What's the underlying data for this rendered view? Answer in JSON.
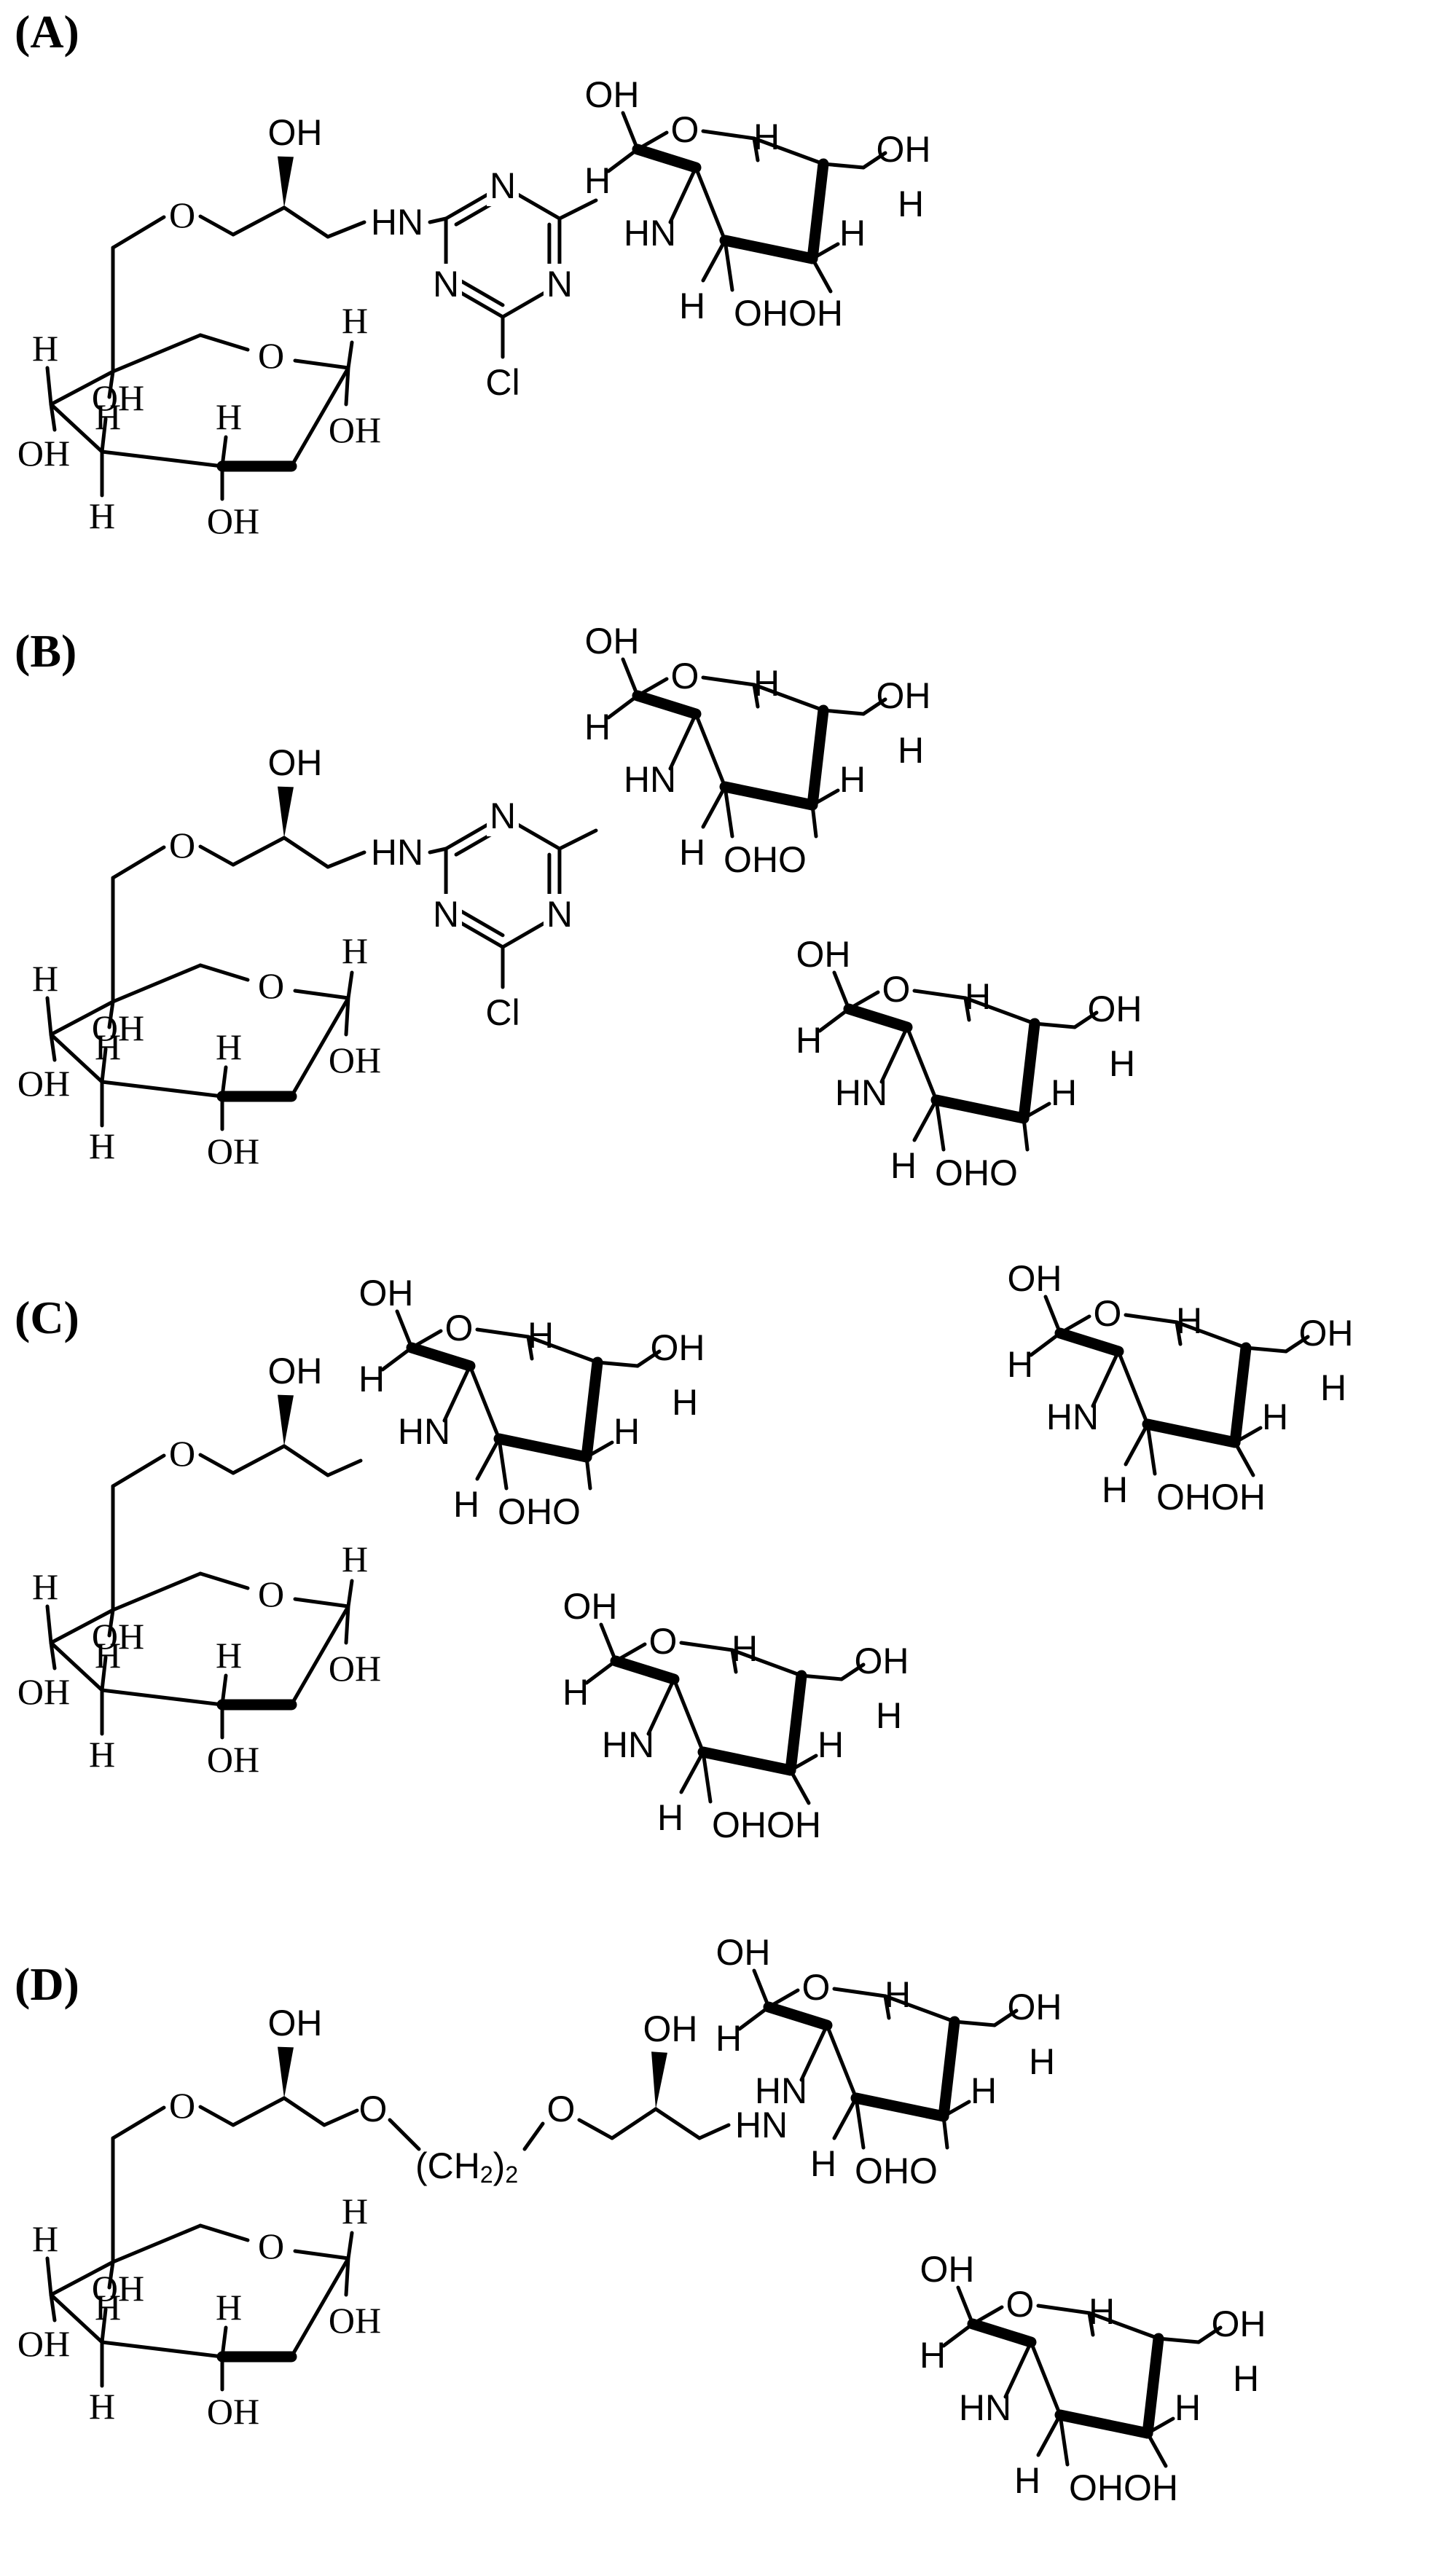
{
  "panels": [
    {
      "label": "(A)",
      "units": 1,
      "linker": "triazine",
      "link_text": {
        "oh": "OH",
        "hn": "HN",
        "cl": "Cl"
      }
    },
    {
      "label": "(B)",
      "units": 3,
      "linker": "triazine",
      "link_text": {
        "oh": "OH",
        "hn": "HN",
        "cl": "Cl"
      }
    },
    {
      "label": "(C)",
      "units": 2,
      "linker": "direct",
      "link_text": {
        "oh": "OH",
        "hn": "HN"
      }
    },
    {
      "label": "(D)",
      "units": 2,
      "linker": "spacer",
      "link_text": {
        "oh": "OH",
        "hn": "HN",
        "ch2_left": "(CH",
        "ch2_sub": "2",
        "ch2_right": ")",
        "ch2_n": "2"
      }
    }
  ],
  "atoms": {
    "O": "O",
    "OH": "OH",
    "H": "H",
    "N": "N",
    "HN": "HN",
    "OHOH": "OHOH",
    "OHO": "OHO"
  }
}
